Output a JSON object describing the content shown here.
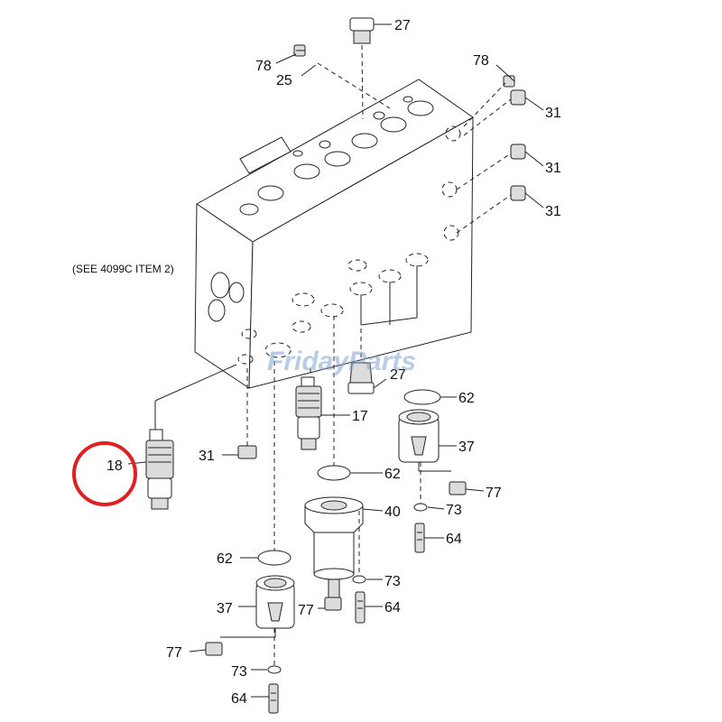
{
  "note": "(SEE 4099C ITEM 2)",
  "watermark": "FridayParts",
  "highlight_color": "#e02020",
  "callouts": {
    "c27_top": "27",
    "c78_left": "78",
    "c25": "25",
    "c78_right": "78",
    "c31_a": "31",
    "c31_b": "31",
    "c31_c": "31",
    "c27_mid": "27",
    "c62_a": "62",
    "c17": "17",
    "c37_right": "37",
    "c18": "18",
    "c31_left": "31",
    "c62_b": "62",
    "c77_right": "77",
    "c73_right": "73",
    "c40": "40",
    "c64_right": "64",
    "c62_left": "62",
    "c73_mid": "73",
    "c37_left": "37",
    "c77_mid": "77",
    "c64_mid": "64",
    "c77_left": "77",
    "c73_left": "73",
    "c64_left": "64"
  }
}
